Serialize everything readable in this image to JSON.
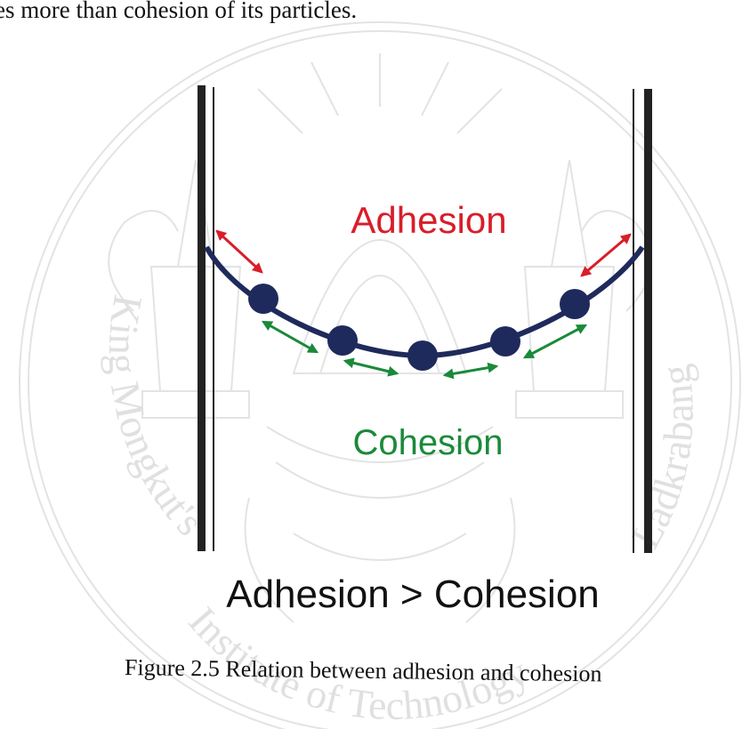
{
  "page": {
    "top_text": "es more than cohesion of its particles.",
    "caption": "Figure 2.5 Relation between adhesion and cohesion"
  },
  "watermark": {
    "text_left": "King Mongkut's",
    "text_bottom": "Institute of Technology",
    "text_right": "Ladkrabang",
    "color": "#e0e0e0"
  },
  "diagram": {
    "adhesion_label": "Adhesion",
    "cohesion_label": "Cohesion",
    "relation_label": "Adhesion > Cohesion",
    "colors": {
      "wall": "#222222",
      "surface": "#1f2a5c",
      "particle": "#1f2a5c",
      "adhesion_arrow": "#d81e2a",
      "cohesion_arrow": "#1a8a3a",
      "adhesion_text": "#d81e2a",
      "cohesion_text": "#1a8a3a",
      "relation_text": "#111111"
    }
  }
}
